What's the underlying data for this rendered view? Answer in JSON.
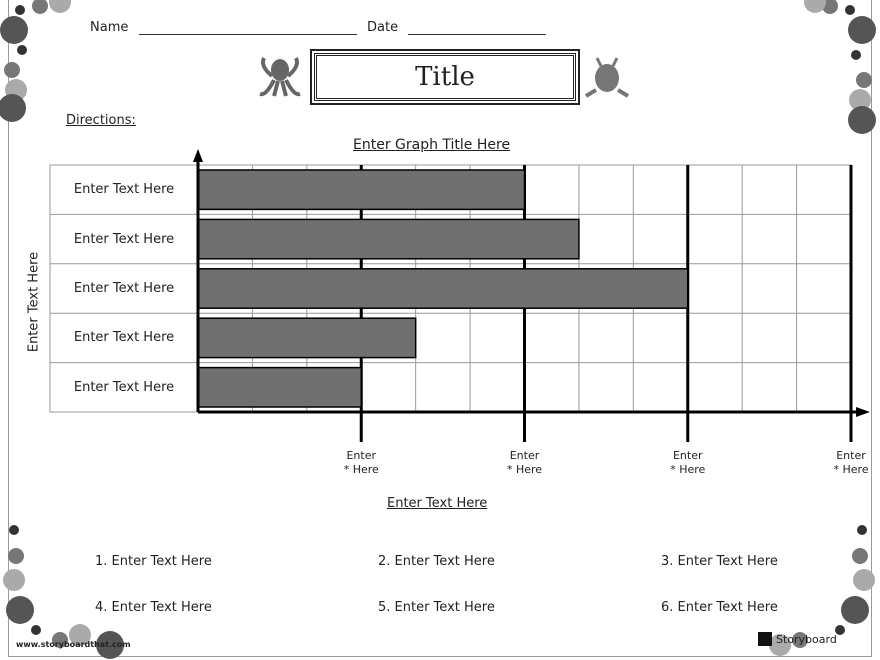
{
  "header": {
    "name_label": "Name",
    "date_label": "Date",
    "title": "Title",
    "directions_label": "Directions:"
  },
  "graph": {
    "title": "Enter Graph Title Here",
    "y_axis_label": "Enter Text Here",
    "x_axis_label": "Enter Text Here",
    "row_labels": [
      "Enter Text Here",
      "Enter Text Here",
      "Enter Text Here",
      "Enter Text Here",
      "Enter Text Here"
    ],
    "bar_values": [
      6,
      7,
      9,
      4,
      3
    ],
    "x_max": 12,
    "x_tick_labels": [
      {
        "line1": "Enter",
        "line2": "* Here"
      },
      {
        "line1": "Enter",
        "line2": "* Here"
      },
      {
        "line1": "Enter",
        "line2": "* Here"
      },
      {
        "line1": "Enter",
        "line2": "* Here"
      }
    ],
    "bar_color": "#707070"
  },
  "answers": [
    "1. Enter Text Here",
    "2. Enter Text Here",
    "3. Enter Text Here",
    "4. Enter Text Here",
    "5. Enter Text Here",
    "6. Enter Text Here"
  ],
  "footer": {
    "website": "www.storyboardthat.com",
    "brand": "Storyboard"
  }
}
